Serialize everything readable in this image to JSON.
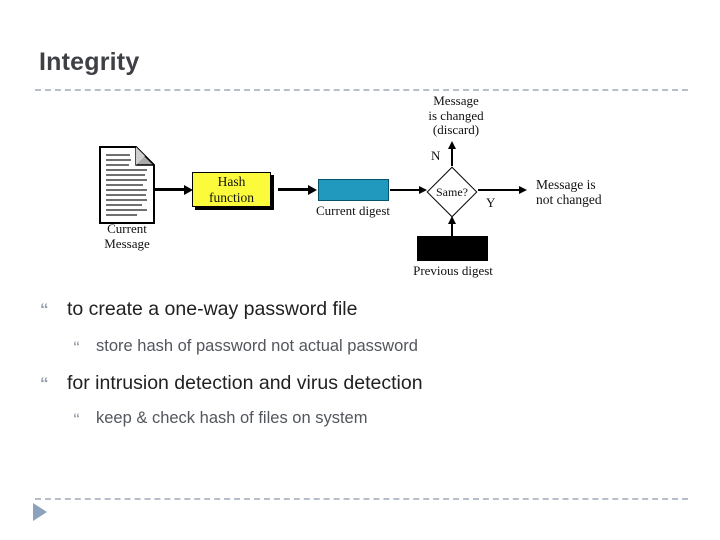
{
  "slide": {
    "title": "Integrity"
  },
  "bullets": {
    "glyph": "“",
    "b1": "to create a one-way password file",
    "sb1": "store hash of password not actual password",
    "b2": "for intrusion detection and virus detection",
    "sb2": "keep & check hash of files on system"
  },
  "diagram": {
    "doc_label_line1": "Current",
    "doc_label_line2": "Message",
    "hash_line1": "Hash",
    "hash_line2": "function",
    "current_digest_label": "Current digest",
    "previous_digest_label": "Previous digest",
    "decision_label": "Same?",
    "no_label": "N",
    "yes_label": "Y",
    "changed_line1": "Message",
    "changed_line2": "is changed",
    "changed_line3": "(discard)",
    "not_changed_line1": "Message is",
    "not_changed_line2": "not changed"
  },
  "colors": {
    "title_text": "#3F4045",
    "dashed_rule": "#B7BEC9",
    "corner_triangle": "#8CA1BC",
    "bullet_glyph": "#97A0AE",
    "hash_box_fill": "#FBFB3C",
    "digest_box_fill": "#2199BE",
    "previous_digest_fill": "#000000",
    "body_text": "#212121",
    "sub_text": "#53565C"
  }
}
